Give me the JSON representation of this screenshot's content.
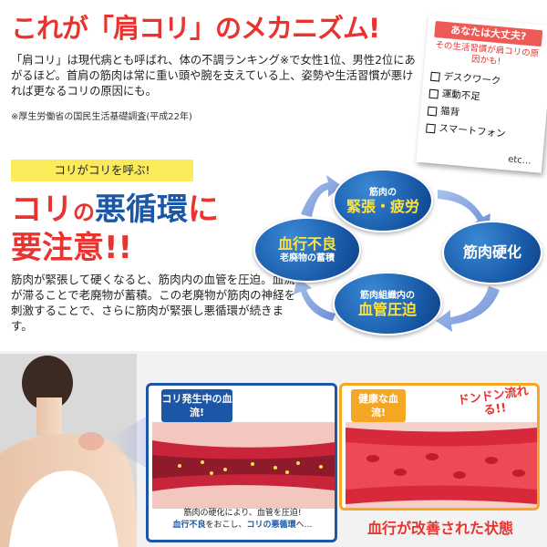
{
  "header": {
    "title": "これが「肩コリ」のメカニズム!",
    "intro": "「肩コリ」は現代病とも呼ばれ、体の不調ランキング※で女性1位、男性2位にあがるほど。首肩の筋肉は常に重い頭や腕を支えている上、姿勢や生活習慣が悪ければ更なるコリの原因にも。",
    "note": "※厚生労働省の国民生活基礎調査(平成22年)"
  },
  "memo": {
    "heading": "あなたは大丈夫?",
    "subheading": "その生活習慣が肩コリの原因かも!",
    "items": [
      "デスクワーク",
      "運動不足",
      "猫背",
      "スマートフォン"
    ],
    "etc": "etc…"
  },
  "section": {
    "tag": "コリがコリを呼ぶ!",
    "headline1_part1": "コリ",
    "headline1_part2": "の",
    "headline1_part3": "悪循環",
    "headline1_part4": "に",
    "headline2": "要注意!!",
    "description": "筋肉が緊張して硬くなると、筋肉内の血管を圧迫。血流が滞ることで老廃物が蓄積。この老廃物が筋肉の神経を刺激することで、さらに筋肉が緊張し悪循環が続きます。"
  },
  "cycle": {
    "top_small": "筋肉の",
    "top_big": "緊張・疲労",
    "right_big": "筋肉硬化",
    "bottom_small": "筋肉組織内の",
    "bottom_big": "血管圧迫",
    "left_big": "血行不良",
    "left_small": "老廃物の蓄積"
  },
  "panels": {
    "left_label": "コリ発生中の血流!",
    "left_caption_1": "筋肉の硬化により、血管を圧迫!",
    "left_caption_2a": "血行不良",
    "left_caption_2b": "をおこし、",
    "left_caption_2c": "コリの悪循環",
    "left_caption_2d": "へ…",
    "right_label": "健康な血流!",
    "right_burst": "ドンドン流れる!!",
    "result": "血行が改善された状態"
  },
  "colors": {
    "red": "#e8332f",
    "blue": "#1b57a6",
    "orange": "#f5a623",
    "yellow": "#fbeb5b"
  }
}
